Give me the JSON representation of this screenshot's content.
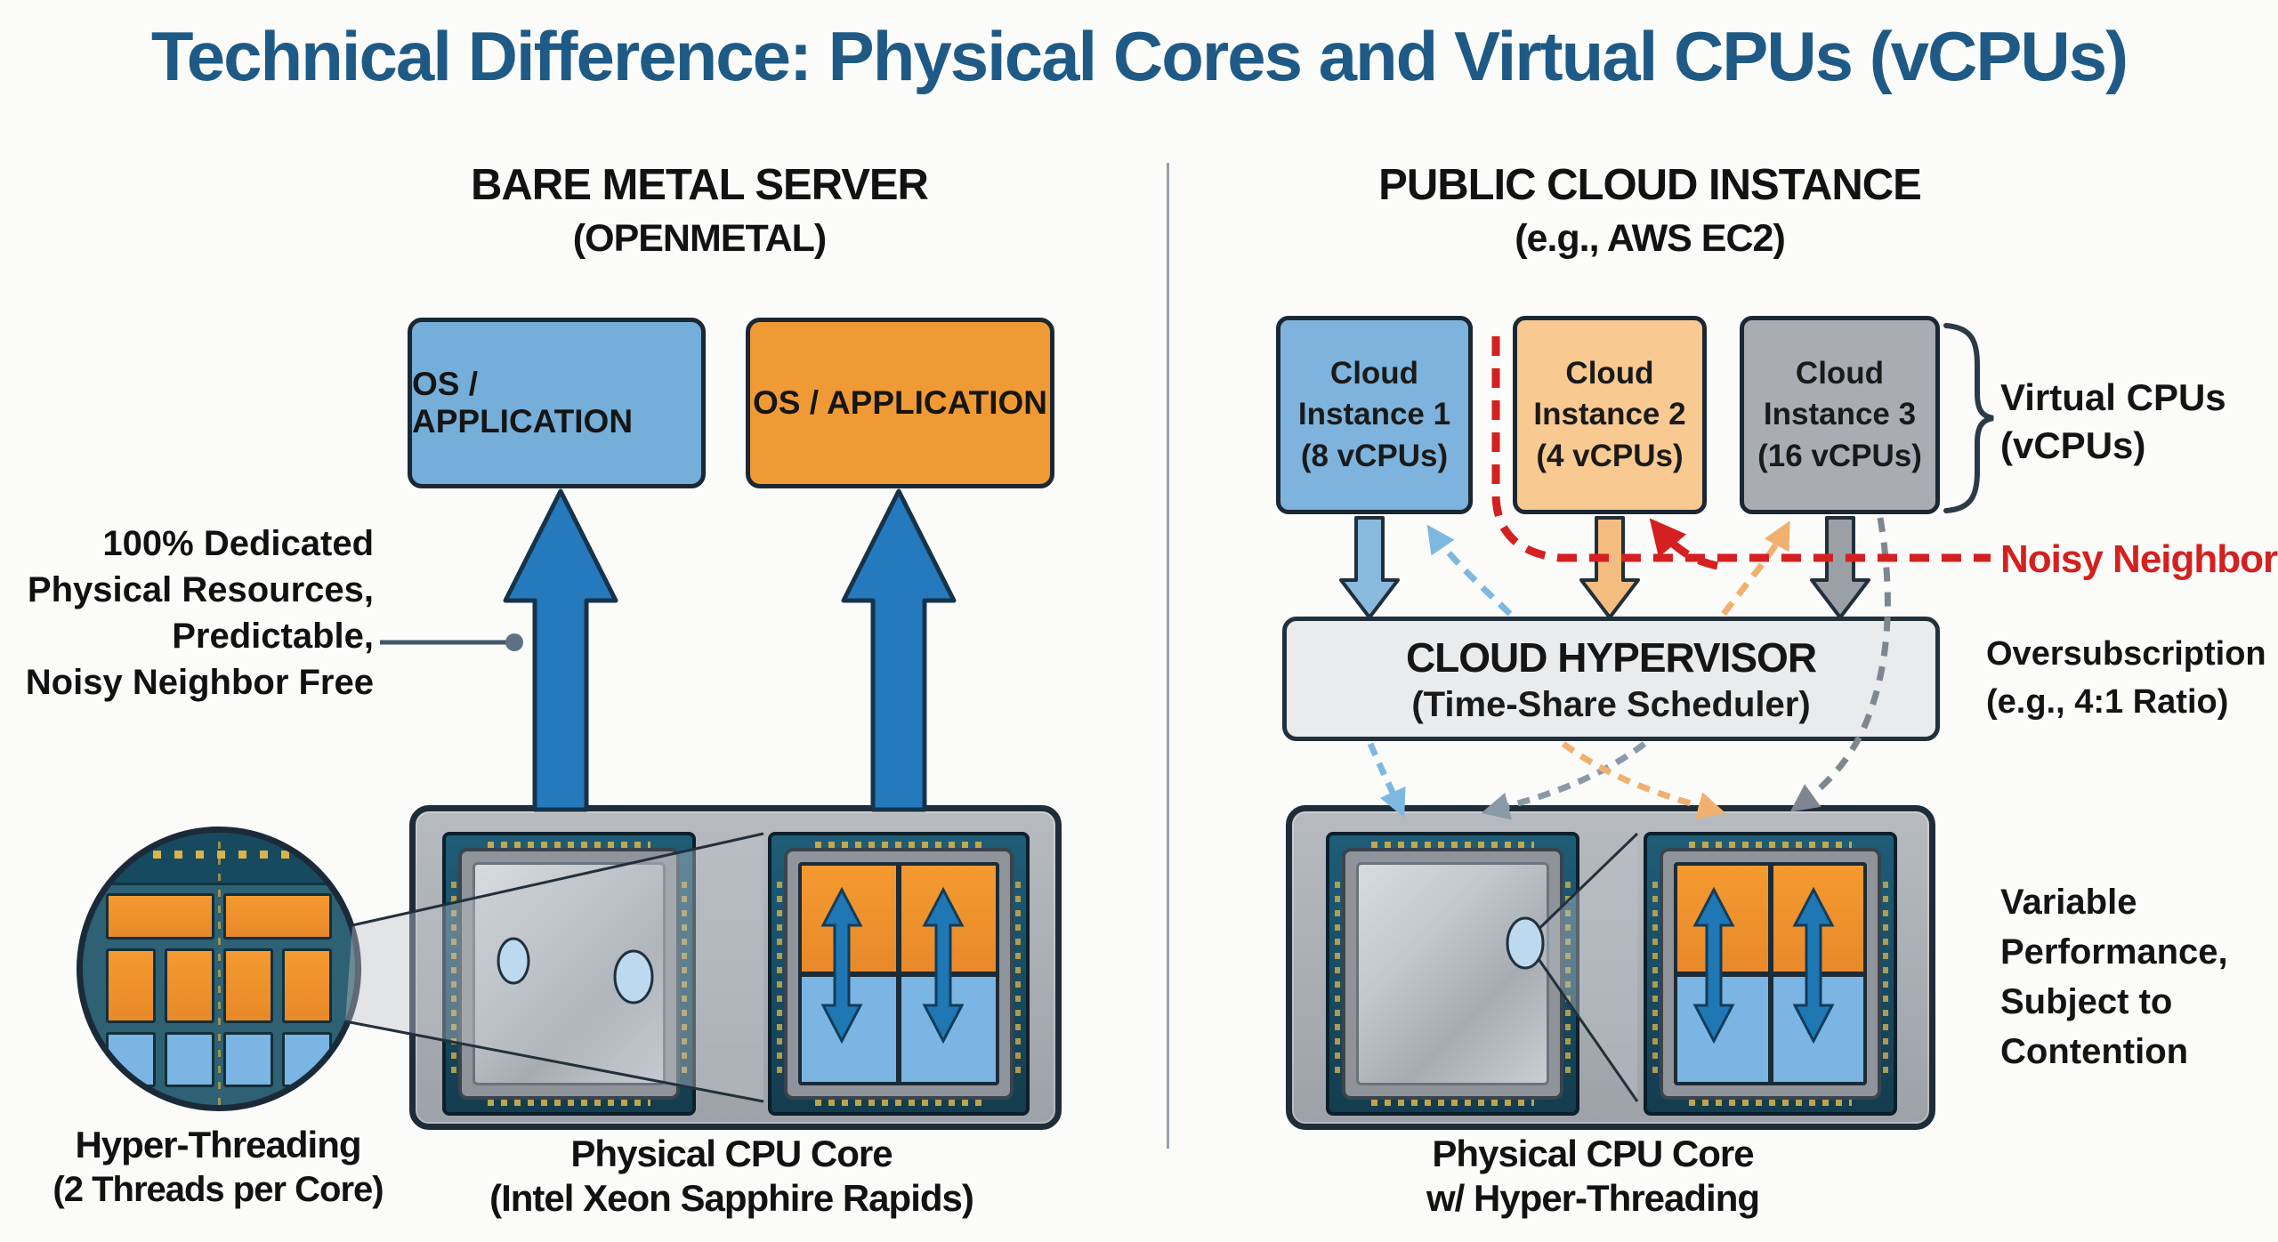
{
  "title": "Technical Difference: Physical Cores and Virtual CPUs (vCPUs)",
  "left": {
    "heading": "BARE METAL SERVER",
    "subheading": "(OPENMETAL)",
    "os_boxes": [
      {
        "label": "OS / APPLICATION",
        "color": "#74aed9"
      },
      {
        "label": "OS / APPLICATION",
        "color": "#f09a35"
      }
    ],
    "annotation_lines": [
      "100% Dedicated",
      "Physical Resources,",
      "Predictable,",
      "Noisy Neighbor Free"
    ],
    "magnifier_caption_lines": [
      "Hyper-Threading",
      "(2 Threads per Core)"
    ],
    "cpu_caption_lines": [
      "Physical CPU Core",
      "(Intel Xeon Sapphire Rapids)"
    ]
  },
  "right": {
    "heading": "PUBLIC CLOUD INSTANCE",
    "subheading": "(e.g., AWS EC2)",
    "instances": [
      {
        "line1": "Cloud",
        "line2": "Instance 1",
        "line3": "(8 vCPUs)",
        "color": "#7db3dc"
      },
      {
        "line1": "Cloud",
        "line2": "Instance 2",
        "line3": "(4 vCPUs)",
        "color": "#f8c990"
      },
      {
        "line1": "Cloud",
        "line2": "Instance 3",
        "line3": "(16 vCPUs)",
        "color": "#a9adb3"
      }
    ],
    "vcpu_label_lines": [
      "Virtual CPUs",
      "(vCPUs)"
    ],
    "noisy_neighbor_label": "Noisy Neighbor",
    "hypervisor": {
      "title": "CLOUD HYPERVISOR",
      "subtitle": "(Time-Share Scheduler)"
    },
    "oversubscription_lines": [
      "Oversubscription",
      "(e.g., 4:1 Ratio)"
    ],
    "variable_lines": [
      "Variable",
      "Performance,",
      "Subject to",
      "Contention"
    ],
    "cpu_caption_lines": [
      "Physical CPU Core",
      "w/ Hyper-Threading"
    ]
  },
  "colors": {
    "title_blue": "#1e5a85",
    "big_arrow_blue": "#2579bd",
    "noisy_red": "#d42020",
    "hypervisor_bg": "#e9ebec",
    "tray_gray": "#a9adb2",
    "socket_teal": "#18586f",
    "core_orange": "#f49a30",
    "core_blue": "#7ab5e3",
    "instance_blue": "#7db3dc",
    "instance_orange": "#f8c990",
    "instance_gray": "#a9adb3"
  }
}
